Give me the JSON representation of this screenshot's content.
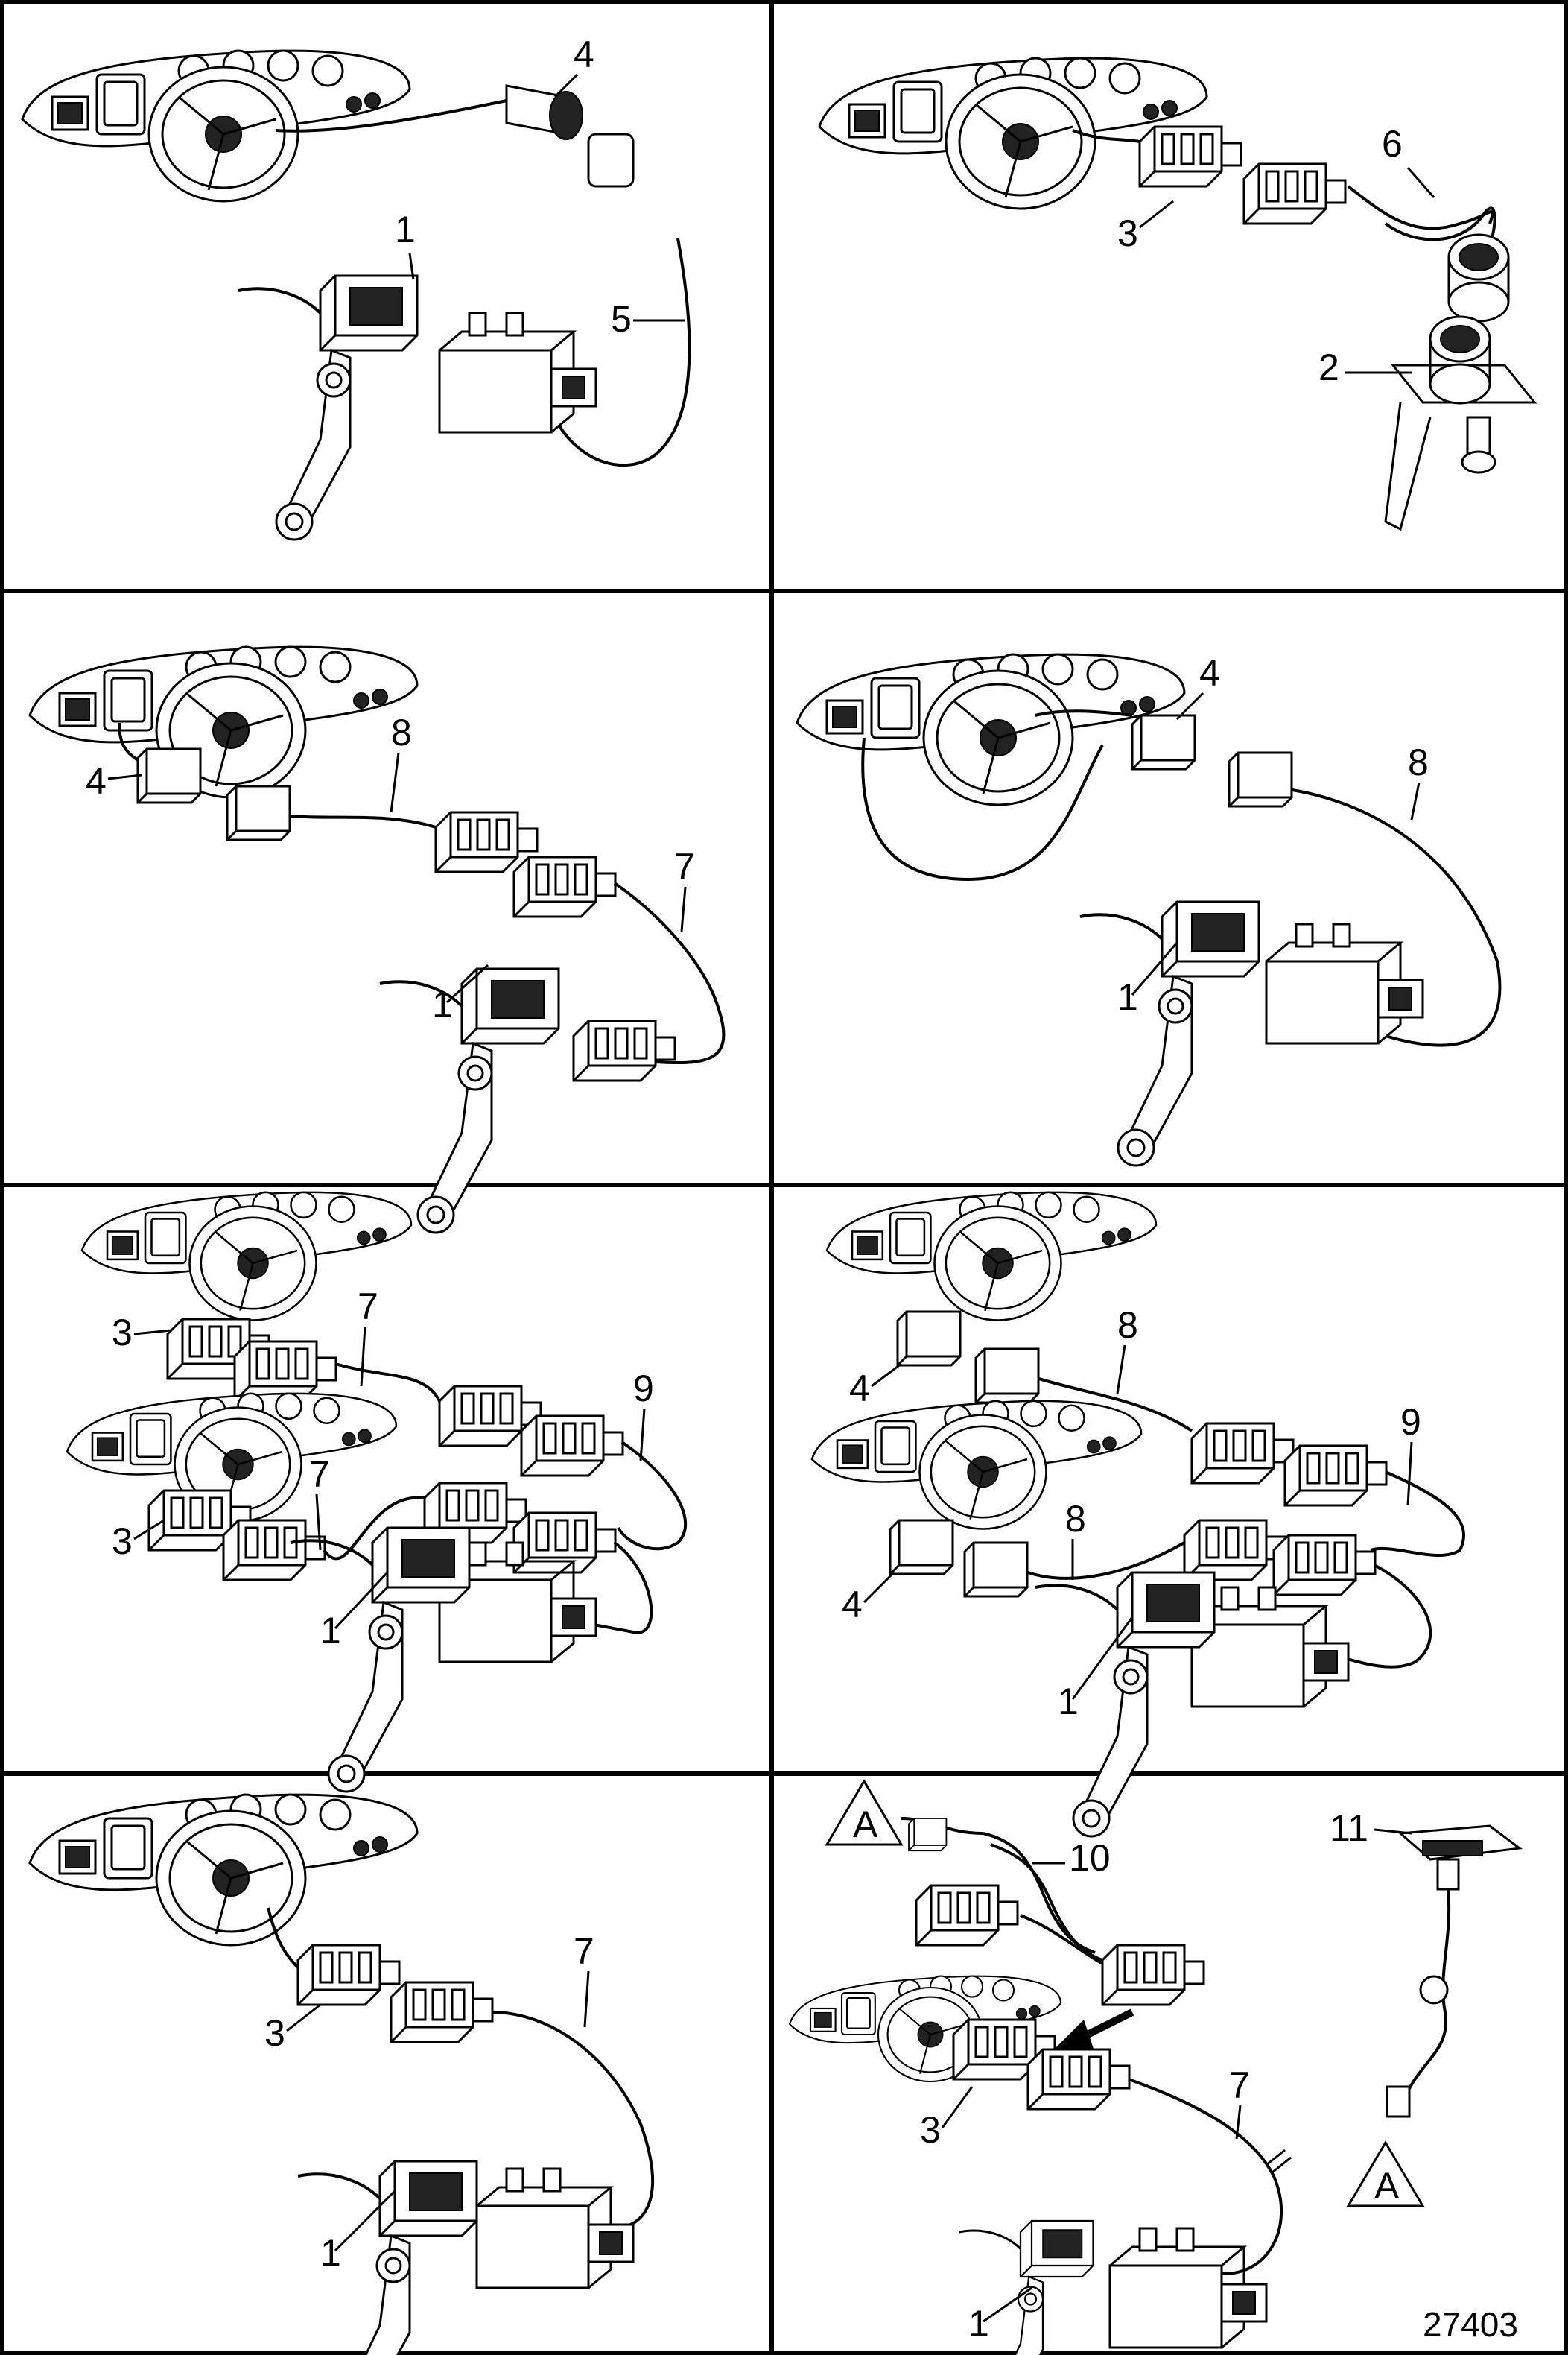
{
  "figure_number": "27403",
  "warning_symbol_letter": "A",
  "panels": [
    {
      "id": "p1",
      "callouts": [
        "4",
        "1",
        "5"
      ]
    },
    {
      "id": "p2",
      "callouts": [
        "6",
        "3",
        "2"
      ]
    },
    {
      "id": "p3",
      "callouts": [
        "8",
        "4",
        "7",
        "1"
      ]
    },
    {
      "id": "p4",
      "callouts": [
        "4",
        "8",
        "1"
      ]
    },
    {
      "id": "p5",
      "callouts": [
        "7",
        "3",
        "9",
        "7",
        "3",
        "1"
      ]
    },
    {
      "id": "p6",
      "callouts": [
        "8",
        "4",
        "9",
        "8",
        "4",
        "1"
      ]
    },
    {
      "id": "p7",
      "callouts": [
        "3",
        "7",
        "1"
      ]
    },
    {
      "id": "p8",
      "callouts": [
        "10",
        "11",
        "3",
        "7",
        "1"
      ]
    }
  ]
}
